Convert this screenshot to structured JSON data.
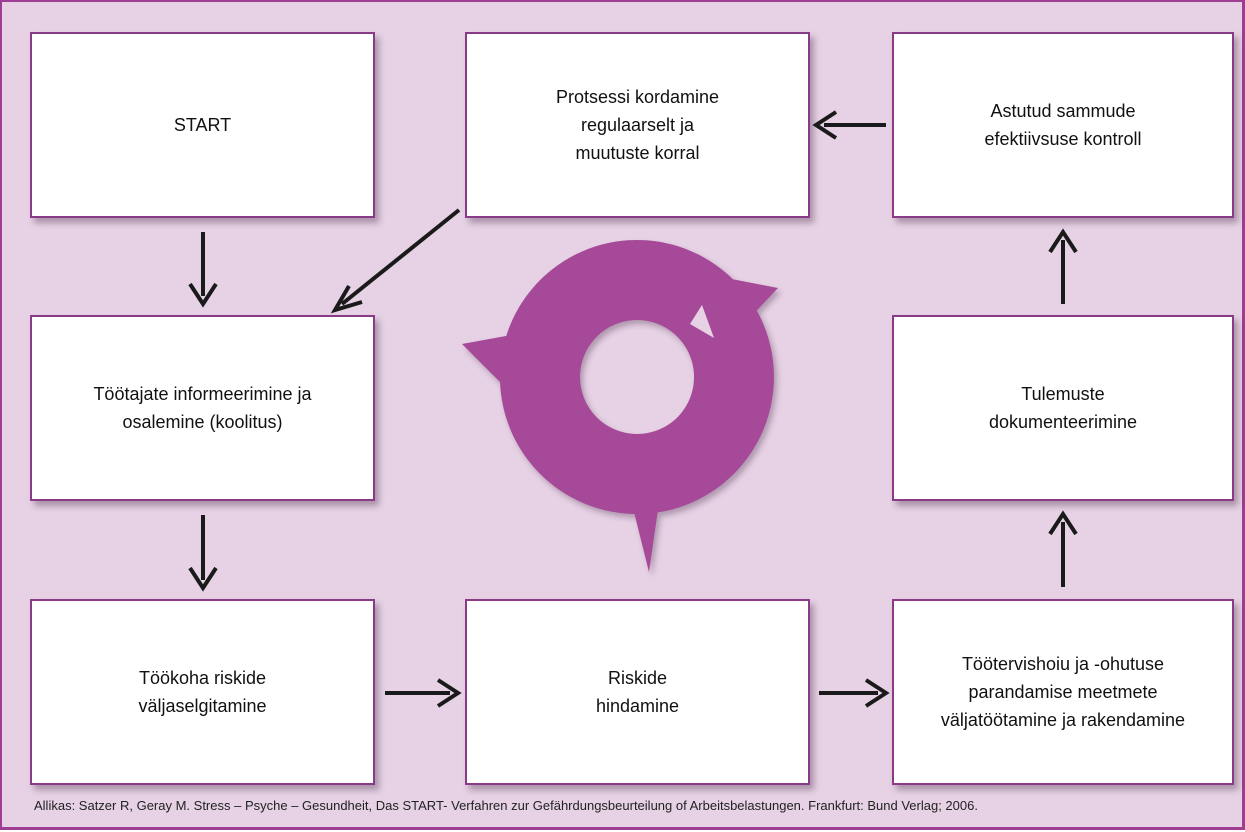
{
  "boxes": {
    "start": "START",
    "repeat": "Protsessi kordamine\nregulaarselt ja\nmuutuste korral",
    "control": "Astutud sammude\nefektiivsuse kontroll",
    "inform": "Töötajate informeerimine ja\nosalemine (koolitus)",
    "document": "Tulemuste\ndokumenteerimine",
    "identify": "Töökoha riskide\nväljaselgitamine",
    "assess": "Riskide\nhindamine",
    "measures": "Töötervishoiu ja -ohutuse\nparandamise meetmete\nväljatöötamine ja rakendamine"
  },
  "source": "Allikas: Satzer R,  Geray M. Stress – Psyche – Gesundheit, Das START- Verfahren zur Gefährdungsbeurteilung of Arbeitsbelastungen. Frankfurt: Bund Verlag; 2006.",
  "colors": {
    "background": "#e6d2e4",
    "frame": "#9e3d93",
    "cycle": "#a54a98",
    "arrow": "#1a1a1a"
  },
  "icons": {
    "center": "cycle-arrows-icon"
  }
}
